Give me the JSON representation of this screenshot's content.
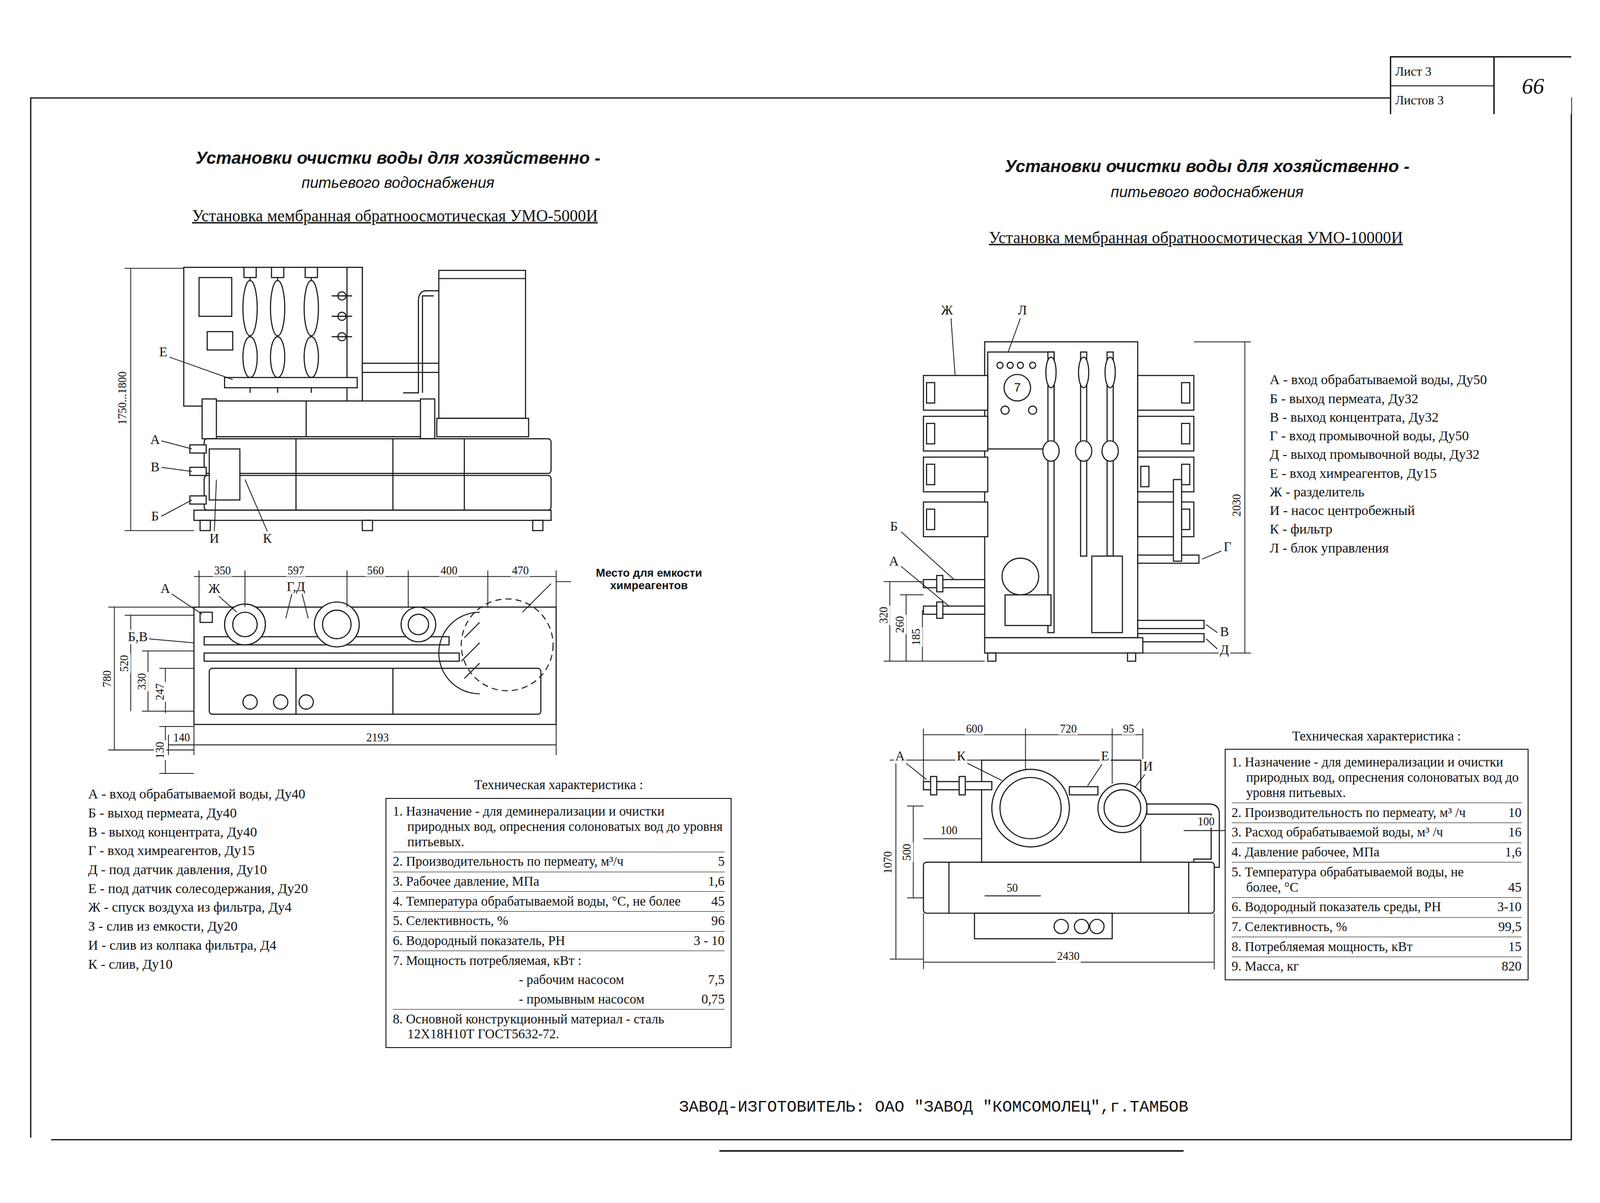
{
  "diagram": {
    "nodes": [
      {
        "text": [
          "Лист 3",
          "Листов 3",
          "66"
        ]
      },
      {
        "text": [
          "Техническая характеристика :",
          "1. Назначение - для деминерализации и очистки природных вод, опреснения солоноватых вод до уровня питьевых.",
          "2. Производительность по пермеату, м³/ч",
          "5",
          "3. Рабочее давление, МПа",
          "1,6",
          "4. Температура обрабатываемой воды, °С, не более",
          "45",
          "5. Селективность, %",
          "96",
          "6. Водородный показатель, РН",
          "3 - 10",
          "7. Мощность потребляемая, кВт :",
          "- рабочим насосом",
          "7,5",
          "- промывным насосом",
          "0,75",
          "8. Основной конструкционный материал - сталь 12Х18Н10Т ГОСТ5632-72."
        ]
      },
      {
        "text": [
          "Техническая характеристика :",
          "1. Назначение - для деминерализации и очистки природных вод, опреснения солоноватых вод до уровня питьевых.",
          "2. Производительность по пермеату, м³ /ч",
          "10",
          "3. Расход обрабатываемой воды, м³ /ч",
          "16",
          "4. Давление рабочее, МПа",
          "1,6",
          "5. Температура обрабатываемой воды, не более, °С",
          "45",
          "6. Водородный показатель среды, РН",
          "3-10",
          "7. Селективность, %",
          "99,5",
          "8. Потребляемая мощность, кВт",
          "15",
          "9. Масса, кг",
          "820"
        ]
      }
    ],
    "labels": [
      "Установки очистки воды для хозяйственно -",
      "питьевого водоснабжения",
      "Установка мембранная обратноосмотическая УМО-5000И",
      "1750...1800",
      "Е",
      "А",
      "В",
      "Б",
      "И",
      "К",
      "350",
      "597",
      "560",
      "400",
      "470",
      "Место для емкости химреагентов",
      "А",
      "Ж",
      "Г,Д",
      "Б,В",
      "780",
      "520",
      "330",
      "247",
      "130",
      "140",
      "2193",
      "А - вход обрабатываемой воды, Ду40",
      "Б - выход пермеата, Ду40",
      "В - выход концентрата, Ду40",
      "Г - вход химреагентов, Ду15",
      "Д - под датчик давления, Ду10",
      "Е - под датчик солесодержания, Ду20",
      "Ж - спуск воздуха из фильтра, Ду4",
      "З - слив из емкости, Ду20",
      "И - слив из колпака фильтра, Д4",
      "К - слив, Ду10",
      "Установки очистки воды для хозяйственно -",
      "питьевого водоснабжения",
      "Установка мембранная обратноосмотическая УМО-10000И",
      "Ж",
      "Л",
      "Б",
      "А",
      "320",
      "260",
      "185",
      "2030",
      "Г",
      "В",
      "Д",
      "А - вход обрабатываемой воды, Ду50",
      "Б - выход пермеата, Ду32",
      "В - выход концентрата, Ду32",
      "Г - вход промывочной воды, Ду50",
      "Д - выход промывочной воды, Ду32",
      "Е - вход химреагентов, Ду15",
      "Ж - разделитель",
      "И - насос центробежный",
      "К - фильтр",
      "Л - блок управления",
      "600",
      "720",
      "95",
      "А",
      "К",
      "Е",
      "И",
      "100",
      "100",
      "1070",
      "500",
      "50",
      "2430",
      "ЗАВОД-ИЗГОТОВИТЕЛЬ: ОАО \"ЗАВОД \"КОМСОМОЛЕЦ\",г.ТАМБОВ",
      "7"
    ]
  }
}
